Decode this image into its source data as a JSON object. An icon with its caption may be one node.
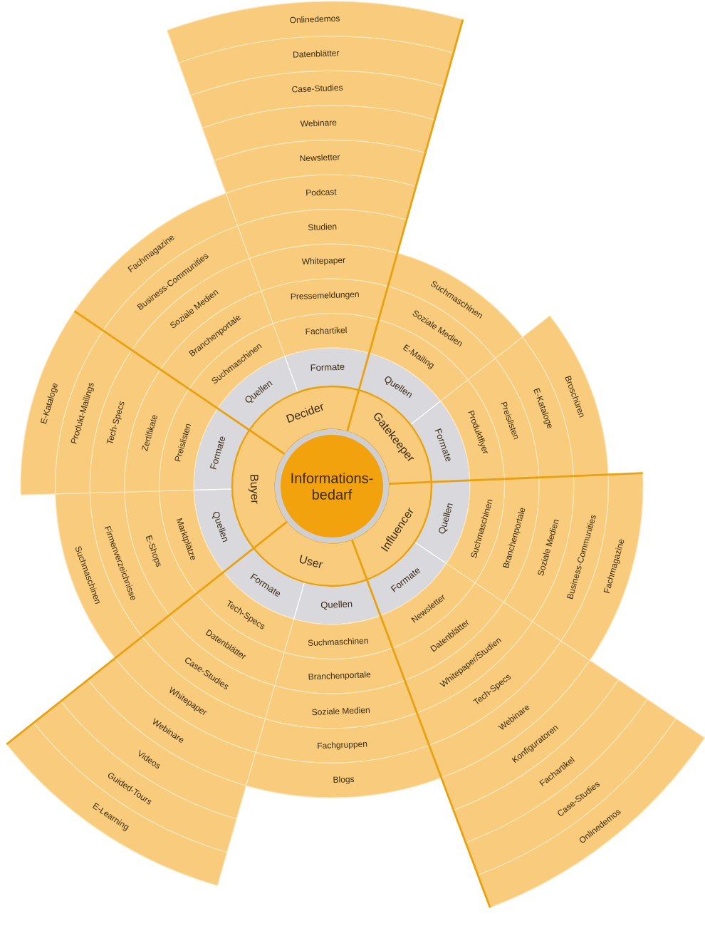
{
  "diagram": {
    "nodes": [
      {
        "text": [
          "Informations- bedarf"
        ]
      },
      {
        "text": [
          "Decider"
        ]
      },
      {
        "text": [
          "Gatekeeper"
        ]
      },
      {
        "text": [
          "Influencer"
        ]
      },
      {
        "text": [
          "User"
        ]
      },
      {
        "text": [
          "Buyer"
        ]
      },
      {
        "text": [
          "Quellen"
        ]
      },
      {
        "text": [
          "Formate"
        ]
      },
      {
        "text": [
          "Quellen"
        ]
      },
      {
        "text": [
          "Formate"
        ]
      },
      {
        "text": [
          "Quellen"
        ]
      },
      {
        "text": [
          "Formate"
        ]
      },
      {
        "text": [
          "Quellen"
        ]
      },
      {
        "text": [
          "Formate"
        ]
      },
      {
        "text": [
          "Quellen"
        ]
      },
      {
        "text": [
          "Formate"
        ]
      },
      {
        "text": [
          "Suchmaschinen"
        ]
      },
      {
        "text": [
          "Branchenportale"
        ]
      },
      {
        "text": [
          "Soziale Medien"
        ]
      },
      {
        "text": [
          "Business-Communities"
        ]
      },
      {
        "text": [
          "Fachmagazine"
        ]
      },
      {
        "text": [
          "Fachartikel"
        ]
      },
      {
        "text": [
          "Pressemeldungen"
        ]
      },
      {
        "text": [
          "Whitepaper"
        ]
      },
      {
        "text": [
          "Studien"
        ]
      },
      {
        "text": [
          "Podcast"
        ]
      },
      {
        "text": [
          "Newsletter"
        ]
      },
      {
        "text": [
          "Webinare"
        ]
      },
      {
        "text": [
          "Case-Studies"
        ]
      },
      {
        "text": [
          "Datenblätter"
        ]
      },
      {
        "text": [
          "Onlinedemos"
        ]
      },
      {
        "text": [
          "E-Mailing"
        ]
      },
      {
        "text": [
          "Soziale Medien"
        ]
      },
      {
        "text": [
          "Suchmaschinen"
        ]
      },
      {
        "text": [
          "Produktflyer"
        ]
      },
      {
        "text": [
          "Preislisten"
        ]
      },
      {
        "text": [
          "E-Kataloge"
        ]
      },
      {
        "text": [
          "Broschüren"
        ]
      },
      {
        "text": [
          "Suchmaschinen"
        ]
      },
      {
        "text": [
          "Branchenportale"
        ]
      },
      {
        "text": [
          "Soziale Medien"
        ]
      },
      {
        "text": [
          "Business-Communities"
        ]
      },
      {
        "text": [
          "Fachmagazine"
        ]
      },
      {
        "text": [
          "Newsletter"
        ]
      },
      {
        "text": [
          "Datenblätter"
        ]
      },
      {
        "text": [
          "Whitepaper/Studien"
        ]
      },
      {
        "text": [
          "Tech-Specs"
        ]
      },
      {
        "text": [
          "Webinare"
        ]
      },
      {
        "text": [
          "Konfiguratoren"
        ]
      },
      {
        "text": [
          "Fachartikel"
        ]
      },
      {
        "text": [
          "Case-Studies"
        ]
      },
      {
        "text": [
          "Onlinedemos"
        ]
      },
      {
        "text": [
          "Suchmaschinen"
        ]
      },
      {
        "text": [
          "Branchenportale"
        ]
      },
      {
        "text": [
          "Soziale Medien"
        ]
      },
      {
        "text": [
          "Fachgruppen"
        ]
      },
      {
        "text": [
          "Blogs"
        ]
      },
      {
        "text": [
          "Tech-Specs"
        ]
      },
      {
        "text": [
          "Datenblätter"
        ]
      },
      {
        "text": [
          "Case-Studies"
        ]
      },
      {
        "text": [
          "Whitepaper"
        ]
      },
      {
        "text": [
          "Webinare"
        ]
      },
      {
        "text": [
          "Videos"
        ]
      },
      {
        "text": [
          "Guided-Tours"
        ]
      },
      {
        "text": [
          "E-Learning"
        ]
      },
      {
        "text": [
          "Marktplätze"
        ]
      },
      {
        "text": [
          "E-Shops"
        ]
      },
      {
        "text": [
          "Firmenverzeichnisse"
        ]
      },
      {
        "text": [
          "Suchmaschinen"
        ]
      },
      {
        "text": [
          "Preislisten"
        ]
      },
      {
        "text": [
          "Zertifikate"
        ]
      },
      {
        "text": [
          "Tech-Specs"
        ]
      },
      {
        "text": [
          "Produkt-Mailings"
        ]
      },
      {
        "text": [
          "E-Kataloge"
        ]
      }
    ]
  }
}
